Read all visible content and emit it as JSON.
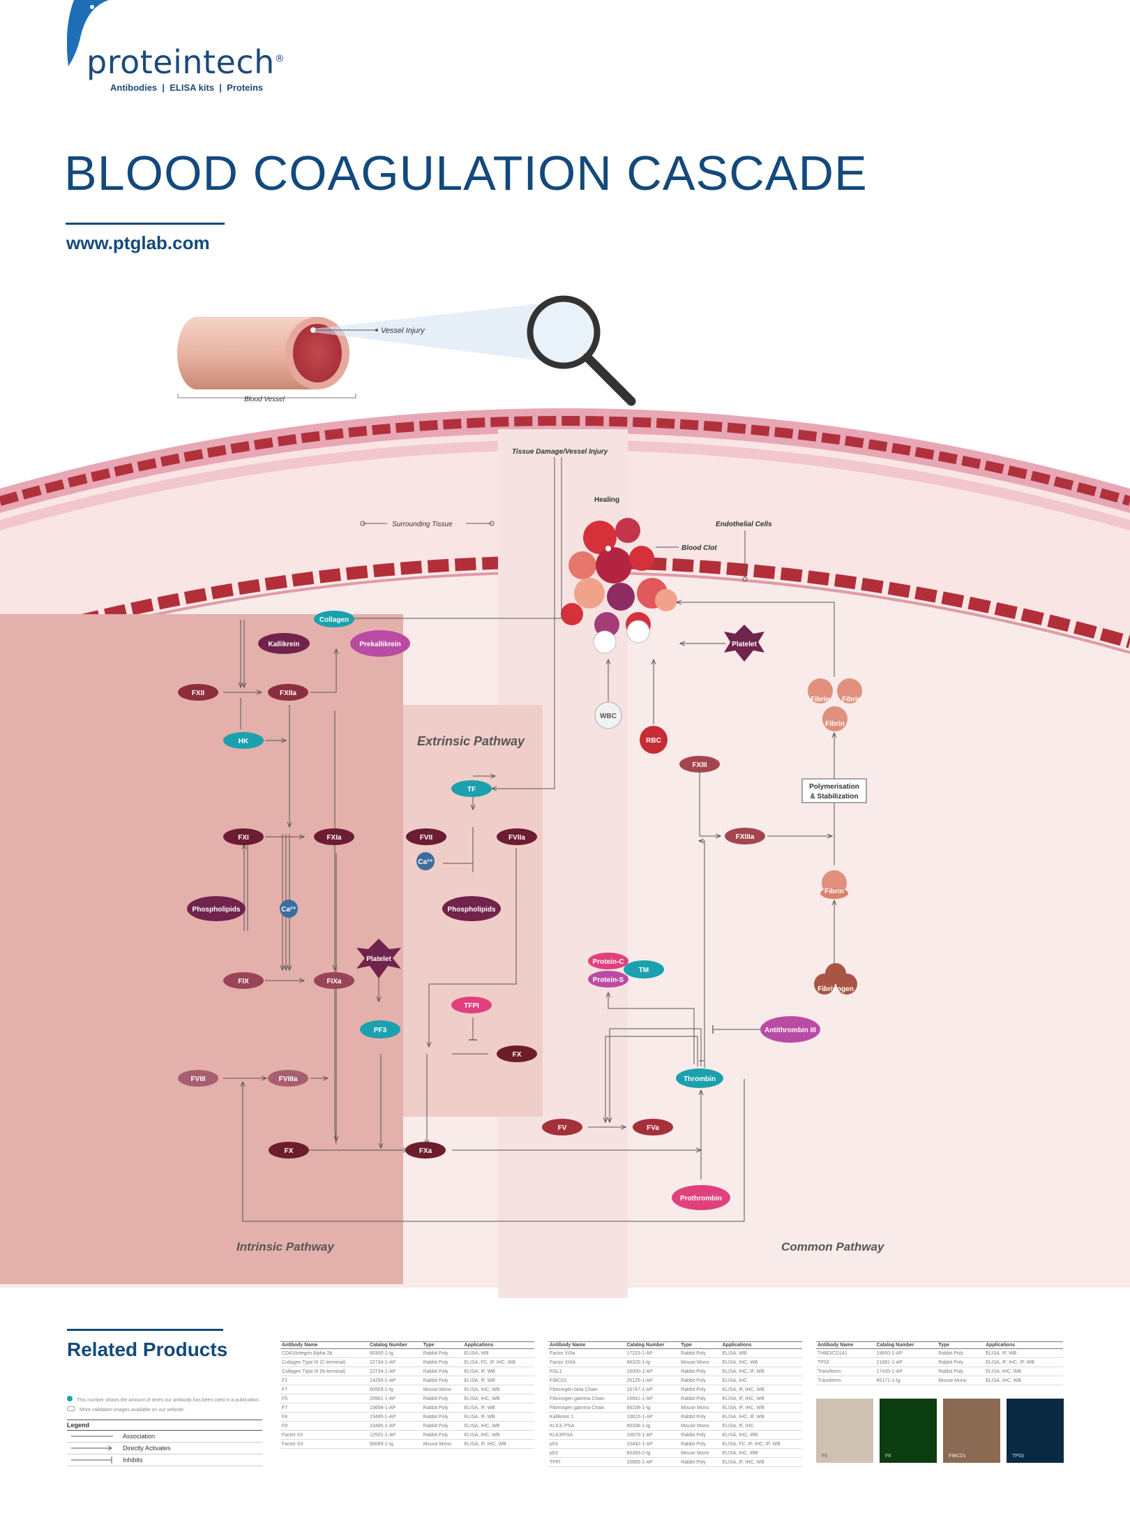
{
  "brand": {
    "name": "proteintech",
    "registered": "®",
    "tagline": "Antibodies  |  ELISA kits  |  Proteins"
  },
  "title": "BLOOD COAGULATION CASCADE",
  "url": "www.ptglab.com",
  "illustration": {
    "vessel_injury": "Vessel Injury",
    "blood_vessel": "Blood Vessel"
  },
  "labels": {
    "tissue_damage": "Tissue Damage/Vessel Injury",
    "surrounding_tissue": "Surrounding Tissue",
    "healing": "Healing",
    "blood_clot": "Blood Clot",
    "endothelial_cells": "Endothelial Cells",
    "extrinsic": "Extrinsic Pathway",
    "intrinsic": "Intrinsic Pathway",
    "common": "Common Pathway",
    "polymerisation_1": "Polymerisation",
    "polymerisation_2": "& Stabilization"
  },
  "nodes": {
    "collagen": "Collagen",
    "kallikrein": "Kallikrein",
    "prekallikrein": "Prekallikrein",
    "fxii": "FXII",
    "fxiia": "FXIIa",
    "hk": "HK",
    "fxi": "FXI",
    "fxia": "FXIa",
    "phospholipids": "Phospholipids",
    "ca": "Ca²⁺",
    "fix": "FIX",
    "fixa": "FIXa",
    "platelet": "Platelet",
    "pf3": "PF3",
    "fviii": "FVIII",
    "fviiia": "FVIIIa",
    "fx": "FX",
    "fxa": "FXa",
    "tf": "TF",
    "fvii": "FVII",
    "fviia": "FVIIa",
    "tfpi": "TFPI",
    "fv": "FV",
    "fva": "FVa",
    "prothrombin": "Prothrombin",
    "thrombin": "Thrombin",
    "protein_c": "Protein-C",
    "protein_s": "Protein-S",
    "tm": "TM",
    "antithrombin": "Antithrombin III",
    "fxiii": "FXIII",
    "fxiiia": "FXIIIa",
    "fibrin": "Fibrin",
    "fibrinogen": "Fibrinogen",
    "wbc": "WBC",
    "rbc": "RBC"
  },
  "related": {
    "title": "Related Products",
    "note1": "This number shows the amount of times our antibody has been cited in a publication.",
    "note2": "More validation images available on our website.",
    "legend_title": "Legend",
    "legend": [
      "Association",
      "Directly Activates",
      "Inhibits"
    ]
  },
  "tables": {
    "headers": [
      "Antibody Name",
      "Catalog Number",
      "Type",
      "Applications"
    ],
    "t1": [
      [
        "CD41/Integrin Alpha 2b",
        "60300-1-Ig",
        "Rabbit Poly",
        "ELISA, WB"
      ],
      [
        "Collagen Type III (C-terminal)",
        "22734-1-AP",
        "Rabbit Poly",
        "ELISA, FC, IF, IHC, WB"
      ],
      [
        "Collagen Type III (N-terminal)",
        "22734-1-AP",
        "Rabbit Poly",
        "ELISA, IF, WB"
      ],
      [
        "F2",
        "14295-1-AP",
        "Rabbit Poly",
        "ELISA, IF, WB"
      ],
      [
        "F7",
        "66509-1-Ig",
        "Mouse Mono",
        "ELISA, IHC, WB"
      ],
      [
        "F5",
        "20961-1-AP",
        "Rabbit Poly",
        "ELISA, IHC, WB"
      ],
      [
        "F7",
        "23658-1-AP",
        "Rabbit Poly",
        "ELISA, IF, WB"
      ],
      [
        "F8",
        "23485-1-AP",
        "Rabbit Poly",
        "ELISA, IF, WB"
      ],
      [
        "F9",
        "23485-1-AP",
        "Rabbit Poly",
        "ELISA, IHC, WB"
      ],
      [
        "Factor XII",
        "12551-1-AP",
        "Rabbit Poly",
        "ELISA, IHC, WB"
      ],
      [
        "Factor XII",
        "66089-1-Ig",
        "Mouse Mono",
        "ELISA, IF, IHC, WB"
      ]
    ],
    "t2": [
      [
        "Factor XIIIa",
        "17223-1-AP",
        "Rabbit Poly",
        "ELISA, WB"
      ],
      [
        "Factor XIIIA",
        "66325-1-Ig",
        "Mouse Mono",
        "ELISA, IHC, WB"
      ],
      [
        "FGL1",
        "16000-1-AP",
        "Rabbit Poly",
        "ELISA, IHC, IF, WB"
      ],
      [
        "FIBCD1",
        "25125-1-AP",
        "Rabbit Poly",
        "ELISA, IHC"
      ],
      [
        "Fibrinogen beta Chain",
        "16747-1-AP",
        "Rabbit Poly",
        "ELISA, IF, IHC, WB"
      ],
      [
        "Fibrinogen gamma Chain",
        "15841-1-AP",
        "Rabbit Poly",
        "ELISA, IF, IHC, WB"
      ],
      [
        "Fibrinogen gamma Chain",
        "66158-1-Ig",
        "Mouse Mono",
        "ELISA, IF, IHC, WB"
      ],
      [
        "Kallikrein 1",
        "10815-1-AP",
        "Rabbit Poly",
        "ELISA, IHC, IF, WB"
      ],
      [
        "KLK3, PSA",
        "60338-1-Ig",
        "Mouse Mono",
        "ELISA, IF, IHC"
      ],
      [
        "KLK3/PSA",
        "10679-1-AP",
        "Rabbit Poly",
        "ELISA, IHC, WB"
      ],
      [
        "p53",
        "10442-1-AP",
        "Rabbit Poly",
        "ELISA, FC, IF, IHC, IP, WB"
      ],
      [
        "p53",
        "60283-2-Ig",
        "Mouse Mono",
        "ELISA, IHC, WB"
      ],
      [
        "TFPI",
        "20865-1-AP",
        "Rabbit Poly",
        "ELISA, IF, IHC, WB"
      ]
    ],
    "t3": [
      [
        "THBD/CD141",
        "19650-1-AP",
        "Rabbit Poly",
        "ELISA, IF, WB"
      ],
      [
        "TP53",
        "21891-1-AP",
        "Rabbit Poly",
        "ELISA, IF, IHC, IP, WB"
      ],
      [
        "Transferrin",
        "17435-1-AP",
        "Rabbit Poly",
        "ELISA, IHC, WB"
      ],
      [
        "Transferrin",
        "66171-1-Ig",
        "Mouse Mono",
        "ELISA, IHC, WB"
      ]
    ],
    "images": [
      "F5",
      "F8",
      "FIBCD1",
      "TP53"
    ]
  },
  "colors": {
    "brand": "#13497b",
    "intrinsic_bg": "#e4b0ab",
    "extrinsic_bg": "#efcdc8",
    "common_bg": "#f8e6e3"
  }
}
